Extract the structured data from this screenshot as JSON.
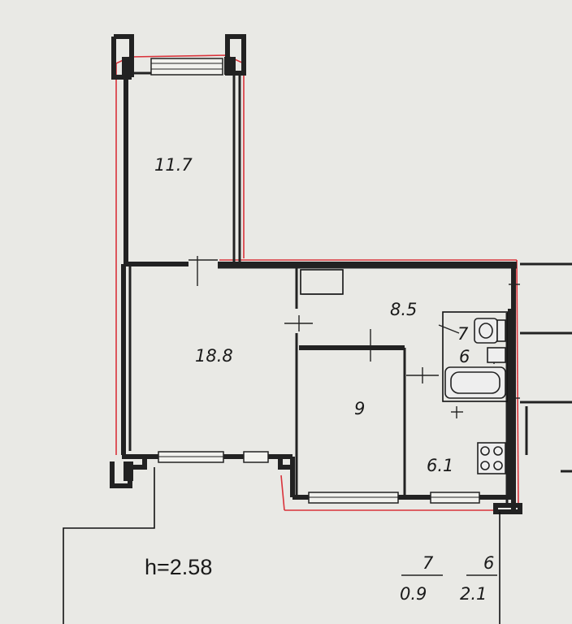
{
  "rooms": {
    "balcony": {
      "area": "11.7"
    },
    "living": {
      "area": "18.8"
    },
    "hallway": {
      "area": "8.5"
    },
    "bedroom": {
      "area": "9"
    },
    "kitchen": {
      "area": "6.1"
    },
    "toilet": {
      "number": "7"
    },
    "bathroom": {
      "number": "6"
    }
  },
  "ceiling_height": "h=2.58",
  "fractions": [
    {
      "numerator": "7",
      "denominator": "0.9"
    },
    {
      "numerator": "6",
      "denominator": "2.1"
    }
  ],
  "colors": {
    "background": "#e9e9e5",
    "walls": "#222222",
    "markup_red": "#d9323a"
  }
}
